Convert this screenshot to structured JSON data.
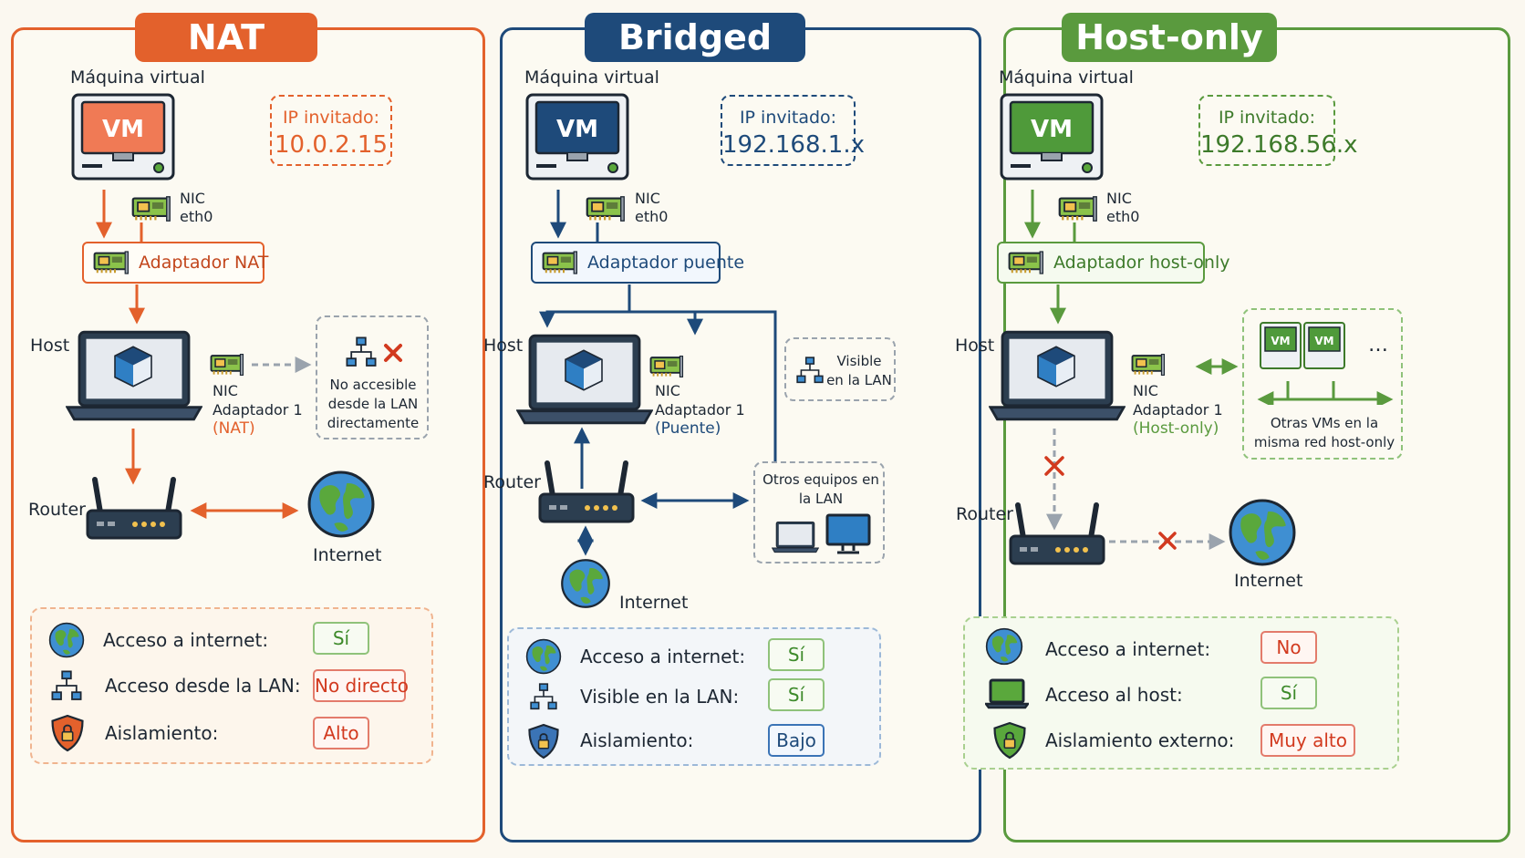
{
  "colors": {
    "nat": "#e3612c",
    "bridged": "#1e4a7a",
    "hostonly": "#5a9a3e",
    "dark": "#2c3e50"
  },
  "nat": {
    "title": "NAT",
    "vm_label": "Máquina virtual",
    "vm_text": "VM",
    "ip_label": "IP invitado:",
    "ip_value": "10.0.2.15",
    "nic_line1": "NIC",
    "nic_line2": "eth0",
    "adapter": "Adaptador NAT",
    "host_label": "Host",
    "host_nic_line1": "NIC",
    "host_nic_line2": "Adaptador 1",
    "host_nic_line3": "(NAT)",
    "lan_note": "No accesible desde la LAN directamente",
    "router_label": "Router",
    "internet_label": "Internet",
    "summary": [
      {
        "icon": "globe-icon",
        "label": "Acceso a internet:",
        "value": "Sí",
        "tone": "g"
      },
      {
        "icon": "network-icon",
        "label": "Acceso desde la LAN:",
        "value": "No directo",
        "tone": "r"
      },
      {
        "icon": "shield-lock-icon",
        "label": "Aislamiento:",
        "value": "Alto",
        "tone": "r"
      }
    ]
  },
  "bridged": {
    "title": "Bridged",
    "vm_label": "Máquina virtual",
    "vm_text": "VM",
    "ip_label": "IP invitado:",
    "ip_value": "192.168.1.x",
    "nic_line1": "NIC",
    "nic_line2": "eth0",
    "adapter": "Adaptador puente",
    "host_label": "Host",
    "host_nic_line1": "NIC",
    "host_nic_line2": "Adaptador 1",
    "host_nic_line3": "(Puente)",
    "visible_note": "Visible en la LAN",
    "router_label": "Router",
    "others_label": "Otros equipos en la LAN",
    "internet_label": "Internet",
    "summary": [
      {
        "icon": "globe-icon",
        "label": "Acceso a internet:",
        "value": "Sí",
        "tone": "g"
      },
      {
        "icon": "network-icon",
        "label": "Visible en la LAN:",
        "value": "Sí",
        "tone": "g"
      },
      {
        "icon": "shield-lock-icon",
        "label": "Aislamiento:",
        "value": "Bajo",
        "tone": "b"
      }
    ]
  },
  "hostonly": {
    "title": "Host-only",
    "vm_label": "Máquina virtual",
    "vm_text": "VM",
    "ip_label": "IP invitado:",
    "ip_value": "192.168.56.x",
    "nic_line1": "NIC",
    "nic_line2": "eth0",
    "adapter": "Adaptador host-only",
    "host_label": "Host",
    "host_nic_line1": "NIC",
    "host_nic_line2": "Adaptador 1",
    "host_nic_line3": "(Host-only)",
    "other_vms_note": "Otras VMs en la misma red host-only",
    "mini_vm_text": "VM",
    "ellipsis": "…",
    "router_label": "Router",
    "internet_label": "Internet",
    "summary": [
      {
        "icon": "globe-icon",
        "label": "Acceso a internet:",
        "value": "No",
        "tone": "r"
      },
      {
        "icon": "laptop-icon",
        "label": "Acceso al host:",
        "value": "Sí",
        "tone": "g"
      },
      {
        "icon": "shield-lock-icon",
        "label": "Aislamiento externo:",
        "value": "Muy alto",
        "tone": "r"
      }
    ]
  }
}
